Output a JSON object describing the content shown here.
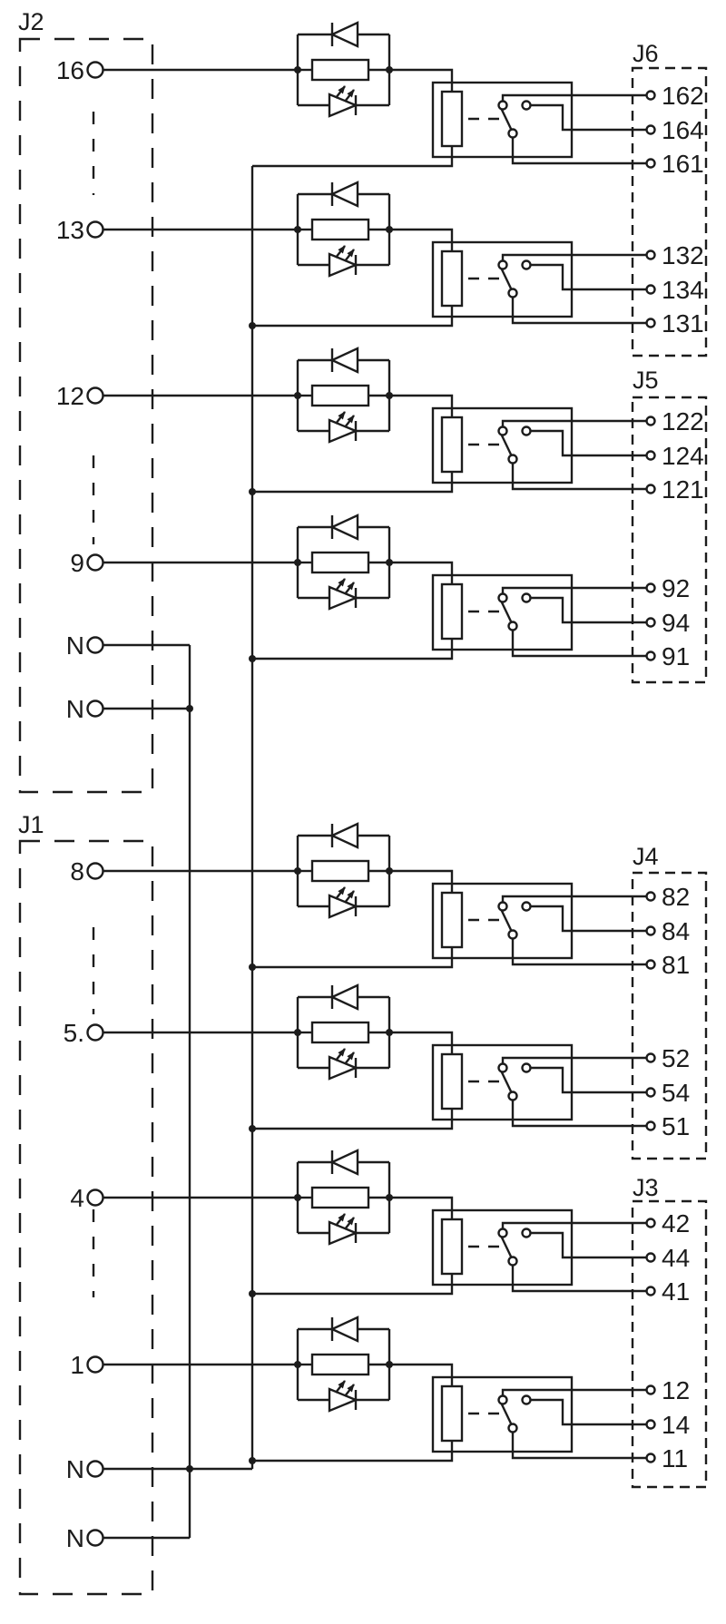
{
  "diagram_type": "relay-module-wiring-schematic",
  "colors": {
    "line": "#1c1c1c",
    "background": "#ffffff"
  },
  "left_connectors": [
    {
      "id": "J2",
      "label": "J2",
      "terminals": [
        "16",
        "13",
        "12",
        "9",
        "N",
        "N"
      ]
    },
    {
      "id": "J1",
      "label": "J1",
      "terminals": [
        "8",
        "5.",
        "4",
        "1",
        "N",
        "N"
      ]
    }
  ],
  "right_connectors": [
    {
      "id": "J6",
      "label": "J6",
      "terminals": [
        "162",
        "164",
        "161",
        "132",
        "134",
        "131"
      ]
    },
    {
      "id": "J5",
      "label": "J5",
      "terminals": [
        "122",
        "124",
        "121",
        "92",
        "94",
        "91"
      ]
    },
    {
      "id": "J4",
      "label": "J4",
      "terminals": [
        "82",
        "84",
        "81",
        "52",
        "54",
        "51"
      ]
    },
    {
      "id": "J3",
      "label": "J3",
      "terminals": [
        "42",
        "44",
        "41",
        "12",
        "14",
        "11"
      ]
    }
  ],
  "relay_channels": [
    {
      "input": "16",
      "input_connector": "J2",
      "nc": "162",
      "no": "164",
      "common": "161",
      "output_connector": "J6"
    },
    {
      "input": "13",
      "input_connector": "J2",
      "nc": "132",
      "no": "134",
      "common": "131",
      "output_connector": "J6"
    },
    {
      "input": "12",
      "input_connector": "J2",
      "nc": "122",
      "no": "124",
      "common": "121",
      "output_connector": "J5"
    },
    {
      "input": "9",
      "input_connector": "J2",
      "nc": "92",
      "no": "94",
      "common": "91",
      "output_connector": "J5"
    },
    {
      "input": "8",
      "input_connector": "J1",
      "nc": "82",
      "no": "84",
      "common": "81",
      "output_connector": "J4"
    },
    {
      "input": "5.",
      "input_connector": "J1",
      "nc": "52",
      "no": "54",
      "common": "51",
      "output_connector": "J4"
    },
    {
      "input": "4",
      "input_connector": "J1",
      "nc": "42",
      "no": "44",
      "common": "41",
      "output_connector": "J3"
    },
    {
      "input": "1",
      "input_connector": "J1",
      "nc": "12",
      "no": "14",
      "common": "11",
      "output_connector": "J3"
    }
  ],
  "channel_components": [
    "flyback-diode",
    "series-resistor",
    "led-indicator",
    "relay-coil",
    "changeover-contact"
  ],
  "neutral_terminal_label": "N"
}
